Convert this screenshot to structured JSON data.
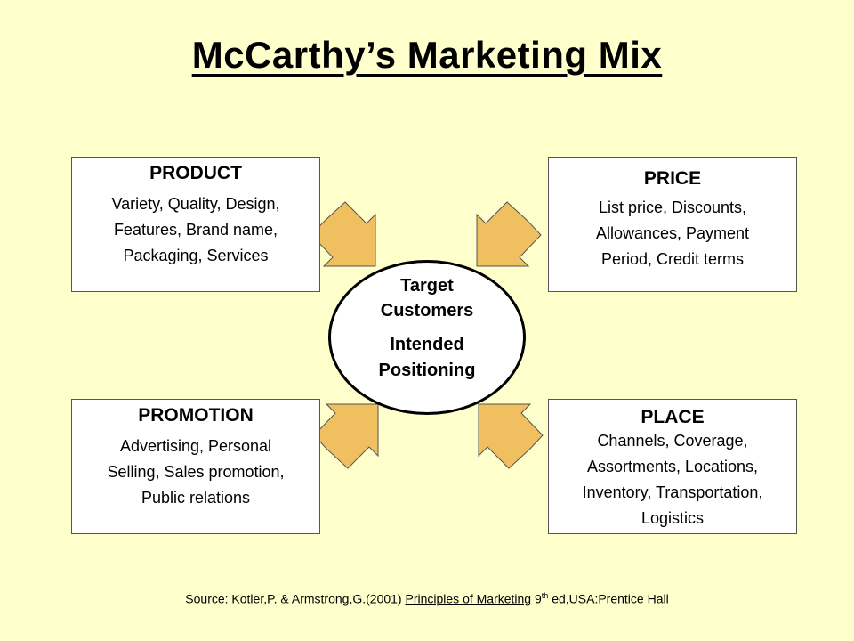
{
  "title": "McCarthy’s Marketing Mix",
  "product": {
    "heading": "PRODUCT",
    "lines": [
      "Variety, Quality, Design,",
      "Features, Brand name,",
      "Packaging, Services"
    ]
  },
  "price": {
    "heading": "PRICE",
    "lines": [
      "List price, Discounts,",
      "Allowances, Payment",
      "Period, Credit terms"
    ]
  },
  "promotion": {
    "heading": "PROMOTION",
    "lines": [
      "Advertising, Personal",
      "Selling, Sales promotion,",
      "Public relations"
    ]
  },
  "place": {
    "heading": "PLACE",
    "lines": [
      "Channels, Coverage,",
      "Assortments, Locations,",
      "Inventory, Transportation,",
      "Logistics"
    ]
  },
  "center": {
    "line1": "Target",
    "line2": "Customers",
    "line3": "Intended",
    "line4": "Positioning"
  },
  "source": {
    "prefix": "Source: Kotler,P. & Armstrong,G.(2001) ",
    "book": "Principles of Marketing",
    "edition_num": " 9",
    "edition_sup": "th",
    "suffix": " ed,USA:Prentice Hall"
  },
  "colors": {
    "background": "#ffffcc",
    "arrow_fill": "#f0c060",
    "arrow_stroke": "#555555"
  }
}
